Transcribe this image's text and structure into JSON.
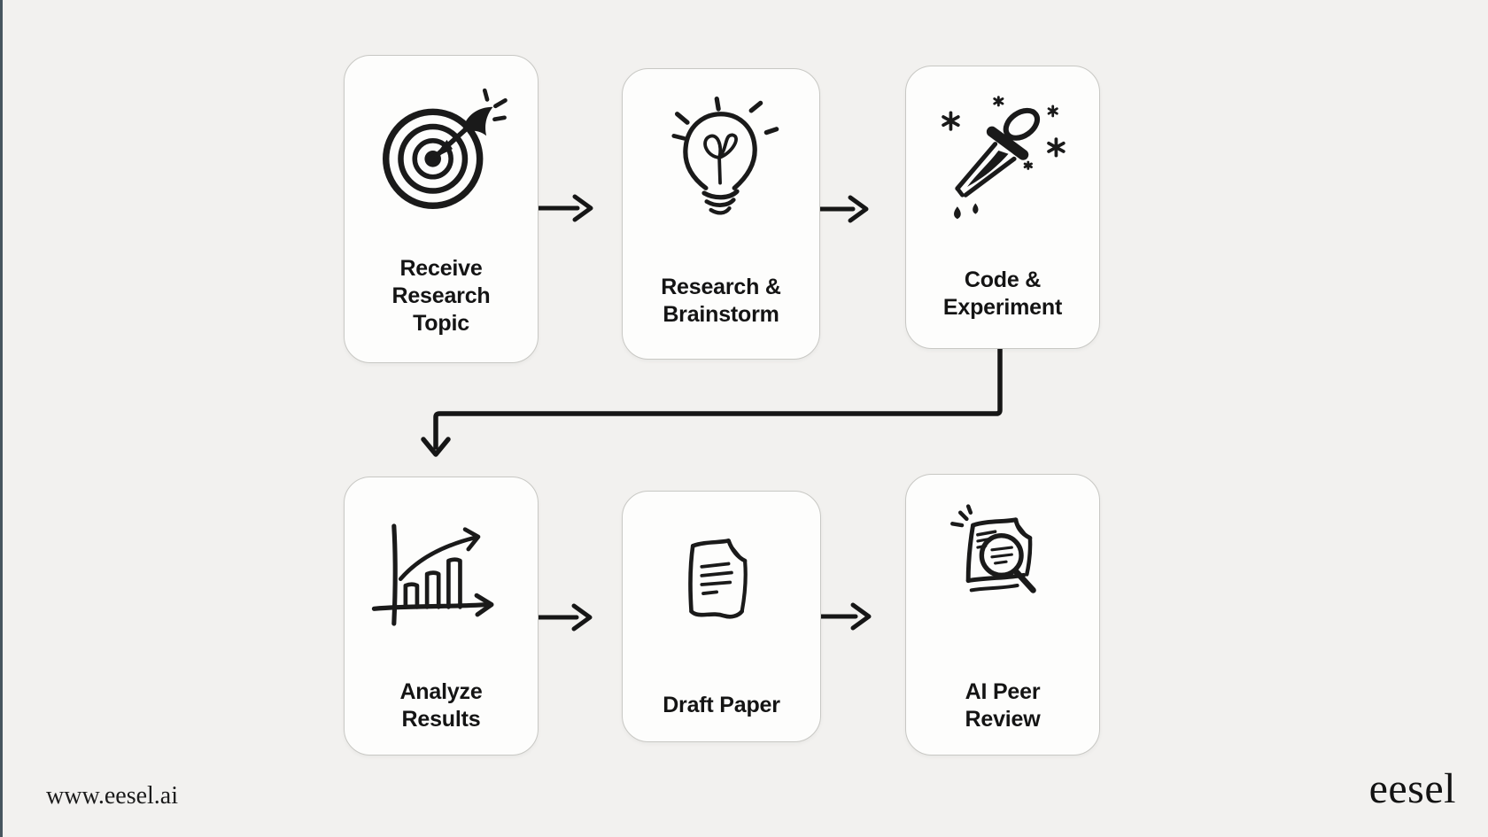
{
  "canvas": {
    "background": "#f2f1ef",
    "left_edge_accent": "#47565f",
    "ink": "#1a1a1a",
    "card_fill": "#fdfdfc",
    "card_border": "#c8c8c4"
  },
  "steps": [
    {
      "id": "receive-research-topic",
      "icon": "target-dart-icon",
      "lines": [
        "Receive",
        "Research",
        "Topic"
      ]
    },
    {
      "id": "research-brainstorm",
      "icon": "lightbulb-icon",
      "lines": [
        "Research &",
        "Brainstorm"
      ]
    },
    {
      "id": "code-experiment",
      "icon": "dropper-icon",
      "lines": [
        "Code &",
        "Experiment"
      ]
    },
    {
      "id": "analyze-results",
      "icon": "bar-chart-icon",
      "lines": [
        "Analyze",
        "Results"
      ]
    },
    {
      "id": "draft-paper",
      "icon": "document-icon",
      "lines": [
        "Draft Paper"
      ]
    },
    {
      "id": "ai-peer-review",
      "icon": "document-magnifier-icon",
      "lines": [
        "AI Peer",
        "Review"
      ]
    }
  ],
  "connections": [
    {
      "from": "receive-research-topic",
      "to": "research-brainstorm",
      "style": "straight-arrow"
    },
    {
      "from": "research-brainstorm",
      "to": "code-experiment",
      "style": "straight-arrow"
    },
    {
      "from": "code-experiment",
      "to": "analyze-results",
      "style": "elbow-arrow"
    },
    {
      "from": "analyze-results",
      "to": "draft-paper",
      "style": "straight-arrow"
    },
    {
      "from": "draft-paper",
      "to": "ai-peer-review",
      "style": "straight-arrow"
    }
  ],
  "footer": {
    "website": "www.eesel.ai",
    "brand": "eesel"
  }
}
